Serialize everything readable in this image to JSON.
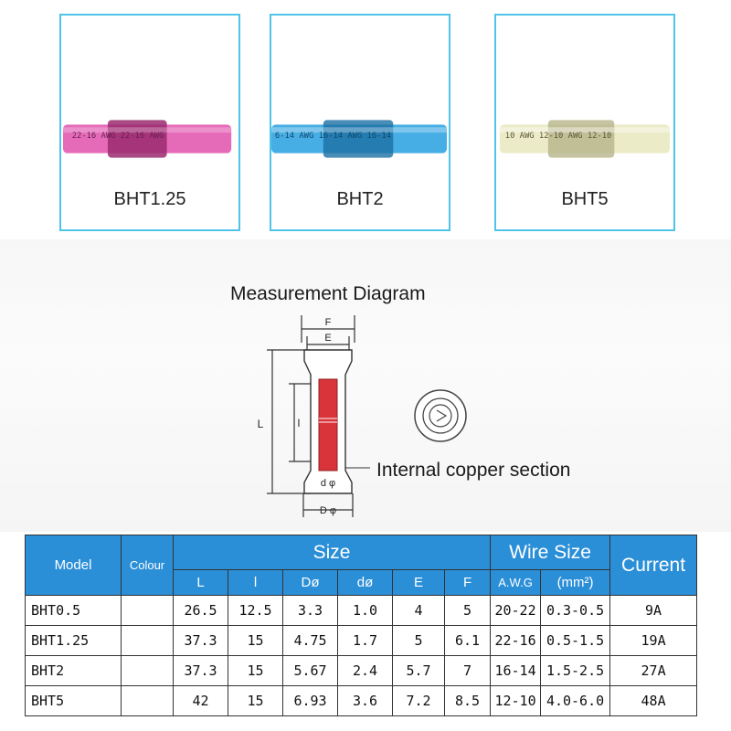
{
  "products": [
    {
      "model": "BHT1.25",
      "color": "#e56bb8",
      "core": "#9b2a6f",
      "print": "22-16 AWG 22-16 AWG"
    },
    {
      "model": "BHT2",
      "color": "#47aee5",
      "core": "#1c6fa3",
      "print": "6-14 AWG 16-14 AWG 16-14"
    },
    {
      "model": "BHT5",
      "color": "#ecebc7",
      "core": "#b6b48a",
      "print": "10 AWG 12-10 AWG 12-10"
    }
  ],
  "diagram": {
    "title": "Measurement Diagram",
    "labels": {
      "F": "F",
      "E": "E",
      "L": "L",
      "l": "l",
      "d": "d φ",
      "D": "D φ"
    },
    "callout": "Internal copper section"
  },
  "table": {
    "header_bg": "#2b8fd8",
    "headers": {
      "model": "Model",
      "colour": "Colour",
      "size": "Size",
      "wire_size": "Wire Size",
      "current": "Current",
      "L": "L",
      "l": "l",
      "Dphi": "Dø",
      "dphi": "dø",
      "E": "E",
      "F": "F",
      "awg": "A.W.G",
      "mm2": "(mm²)"
    },
    "rows": [
      [
        "BHT0.5",
        "",
        "26.5",
        "12.5",
        "3.3",
        "1.0",
        "4",
        "5",
        "20-22",
        "0.3-0.5",
        "9A"
      ],
      [
        "BHT1.25",
        "",
        "37.3",
        "15",
        "4.75",
        "1.7",
        "5",
        "6.1",
        "22-16",
        "0.5-1.5",
        "19A"
      ],
      [
        "BHT2",
        "",
        "37.3",
        "15",
        "5.67",
        "2.4",
        "5.7",
        "7",
        "16-14",
        "1.5-2.5",
        "27A"
      ],
      [
        "BHT5",
        "",
        "42",
        "15",
        "6.93",
        "3.6",
        "7.2",
        "8.5",
        "12-10",
        "4.0-6.0",
        "48A"
      ]
    ]
  }
}
